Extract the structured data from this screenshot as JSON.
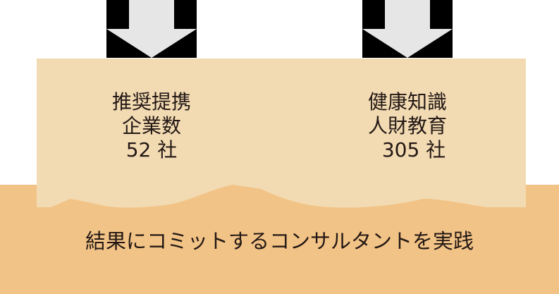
{
  "colors": {
    "arrow_box": "#000000",
    "arrow": "#e6e6e6",
    "panel": "#f2dab2",
    "band": "#f2c386",
    "text": "#231815"
  },
  "left_block": {
    "line1": "推奨提携",
    "line2": "企業数",
    "line3": "52 社"
  },
  "right_block": {
    "line1": "健康知識",
    "line2": "人財教育",
    "line3": "305 社"
  },
  "footer": {
    "text": "結果にコミットするコンサルタントを実践"
  }
}
